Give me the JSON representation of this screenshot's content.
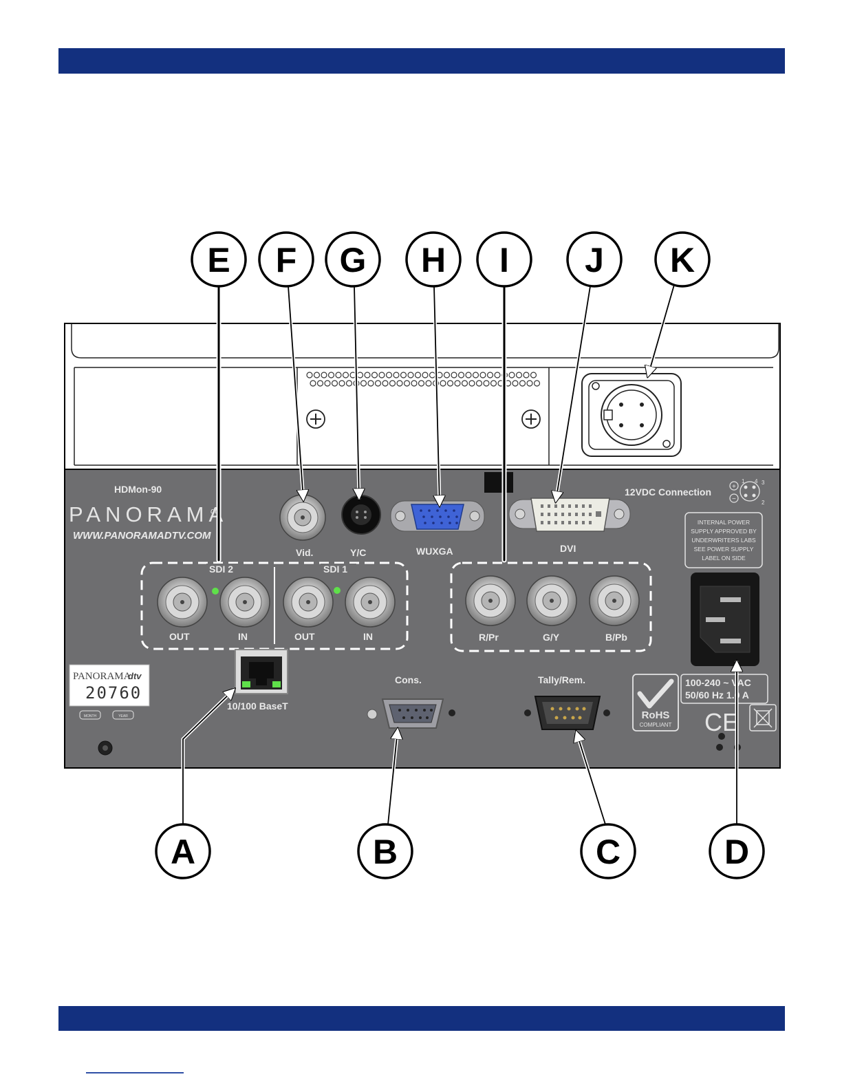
{
  "callouts": {
    "E": "E",
    "F": "F",
    "G": "G",
    "H": "H",
    "I": "I",
    "J": "J",
    "K": "K",
    "A": "A",
    "B": "B",
    "C": "C",
    "D": "D"
  },
  "panel": {
    "model": "HDMon-90",
    "brand": "PANORAMA",
    "brand_suffix": "dtv",
    "website": "WWW.PANORAMADTV.COM",
    "dc_label": "12VDC Connection",
    "dc_pins": [
      "1",
      "2",
      "3",
      "4"
    ],
    "vid": "Vid.",
    "yc": "Y/C",
    "wuxga": "WUXGA",
    "dvi": "DVI",
    "sdi2": "SDI 2",
    "sdi1": "SDI 1",
    "out": "OUT",
    "in": "IN",
    "rpr": "R/Pr",
    "gy": "G/Y",
    "bpb": "B/Pb",
    "ethernet": "10/100 BaseT",
    "cons": "Cons.",
    "tally": "Tally/Rem.",
    "power_notice": [
      "INTERNAL POWER",
      "SUPPLY APPROVED BY",
      "UNDERWRITERS LABS",
      "SEE POWER SUPPLY",
      "LABEL ON SIDE"
    ],
    "power_rating_1": "100-240 ~ VAC",
    "power_rating_2": "50/60 Hz  1.0 A",
    "rohs": "RoHS",
    "rohs_sub": "COMPLIANT",
    "ce": "CE",
    "serial_brand": "PANORAMA",
    "serial_brand_suffix": "dtv",
    "serial_number": "20760",
    "month": "MONTH",
    "year": "YEAR"
  },
  "colors": {
    "header_bar": "#13307f",
    "panel_grey": "#6e6e70",
    "vga_blue": "#3f63d6",
    "led_green": "#5fe04a"
  }
}
